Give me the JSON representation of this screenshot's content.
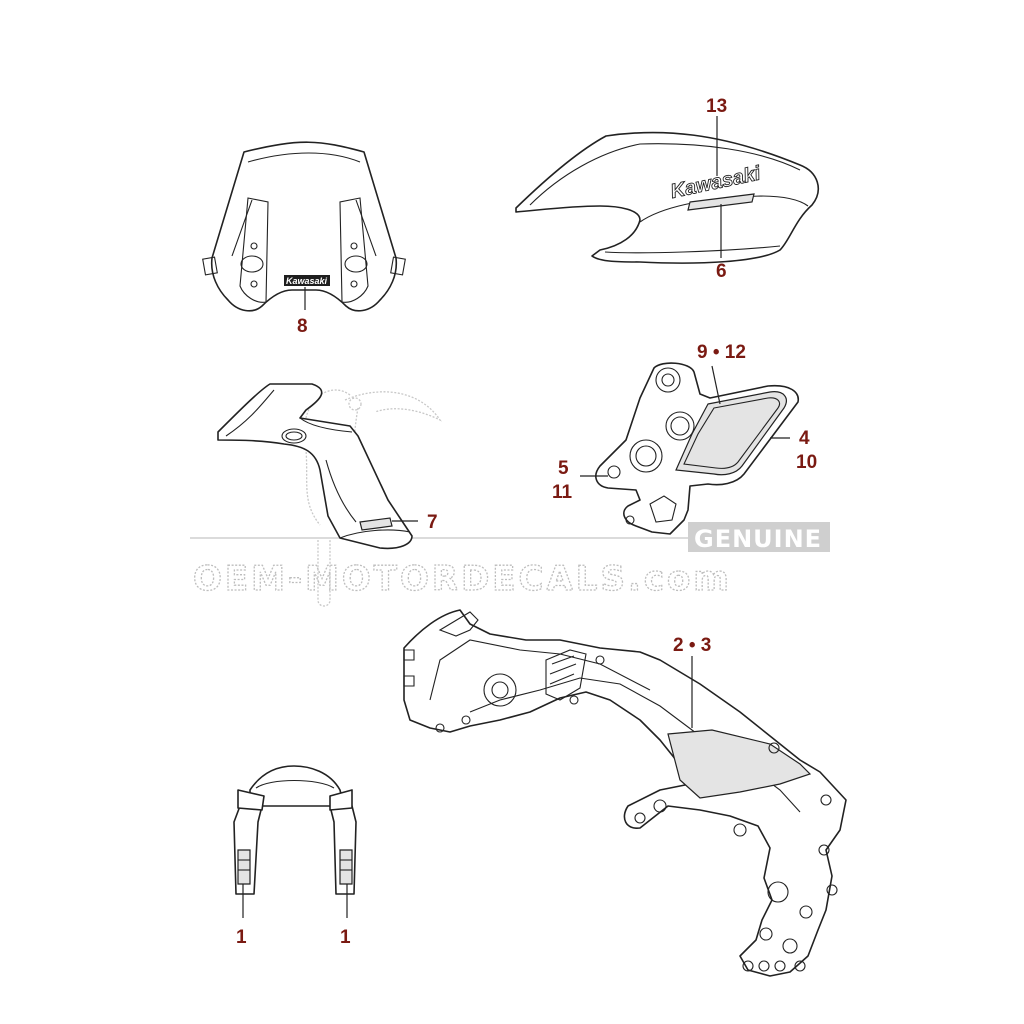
{
  "watermark": {
    "main": "OEM-MOTORDECALS.com",
    "badge": "GENUINE"
  },
  "brand_text": "Kawasaki",
  "callouts": {
    "windshield": "8",
    "tank_cover_top": "13",
    "tank_cover_bottom": "6",
    "cowl": "7",
    "frame_cover_top": "9 • 12",
    "frame_cover_right_a": "4",
    "frame_cover_right_b": "10",
    "frame_cover_left_a": "5",
    "frame_cover_left_b": "11",
    "frame": "2 • 3",
    "fork_left": "1",
    "fork_right": "1"
  },
  "colors": {
    "callout": "#7a1a12",
    "linework": "#222222",
    "watermark": "#c8c8c8"
  }
}
